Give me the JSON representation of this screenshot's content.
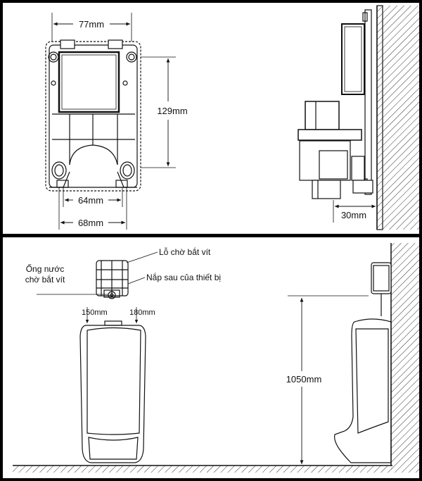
{
  "top_panel": {
    "width_top": "77mm",
    "height_side": "129mm",
    "width_inner": "64mm",
    "width_outer": "68mm",
    "wall_gap": "30mm"
  },
  "bottom_panel": {
    "label_screw_hole": "Lỗ chờ bắt vít",
    "label_back_cover": "Nắp sau của thiết bị",
    "label_water_pipe_line1": "Ống nước",
    "label_water_pipe_line2": "chờ bắt vít",
    "offset_left": "150mm",
    "offset_right": "180mm",
    "install_height": "1050mm"
  },
  "colors": {
    "frame": "#000000",
    "panel_bg": "#ffffff",
    "line": "#111111",
    "shade": "#cccccc"
  }
}
